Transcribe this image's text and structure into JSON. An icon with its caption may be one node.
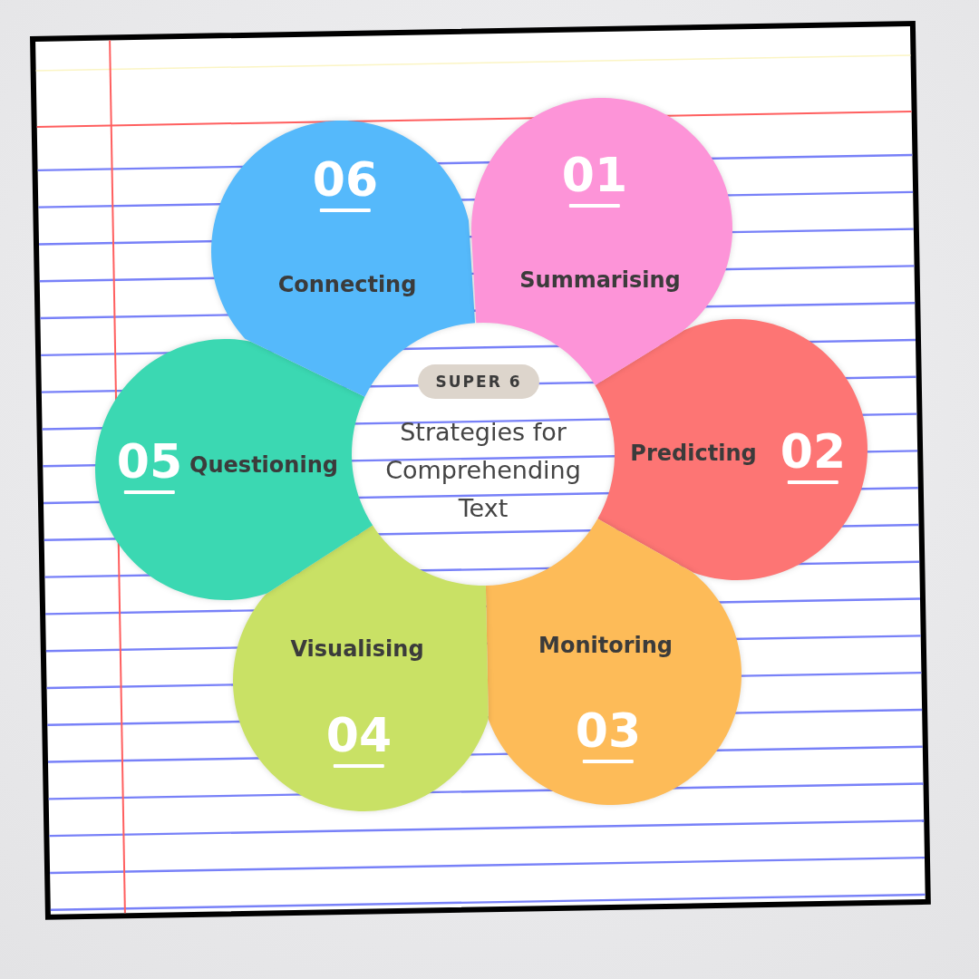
{
  "diagram": {
    "nodes": [
      {
        "text": [
          "Strategies for Comprehending Text"
        ]
      },
      {
        "text": [
          "SUPER 6"
        ],
        "in": 0
      },
      {
        "text": [
          "01",
          "Summarising"
        ]
      },
      {
        "text": [
          "Predicting",
          "02"
        ]
      },
      {
        "text": [
          "Monitoring",
          "03"
        ]
      },
      {
        "text": [
          "Visualising",
          "04"
        ]
      },
      {
        "text": [
          "05",
          "Questioning"
        ]
      },
      {
        "text": [
          "06",
          "Connecting"
        ]
      }
    ]
  }
}
